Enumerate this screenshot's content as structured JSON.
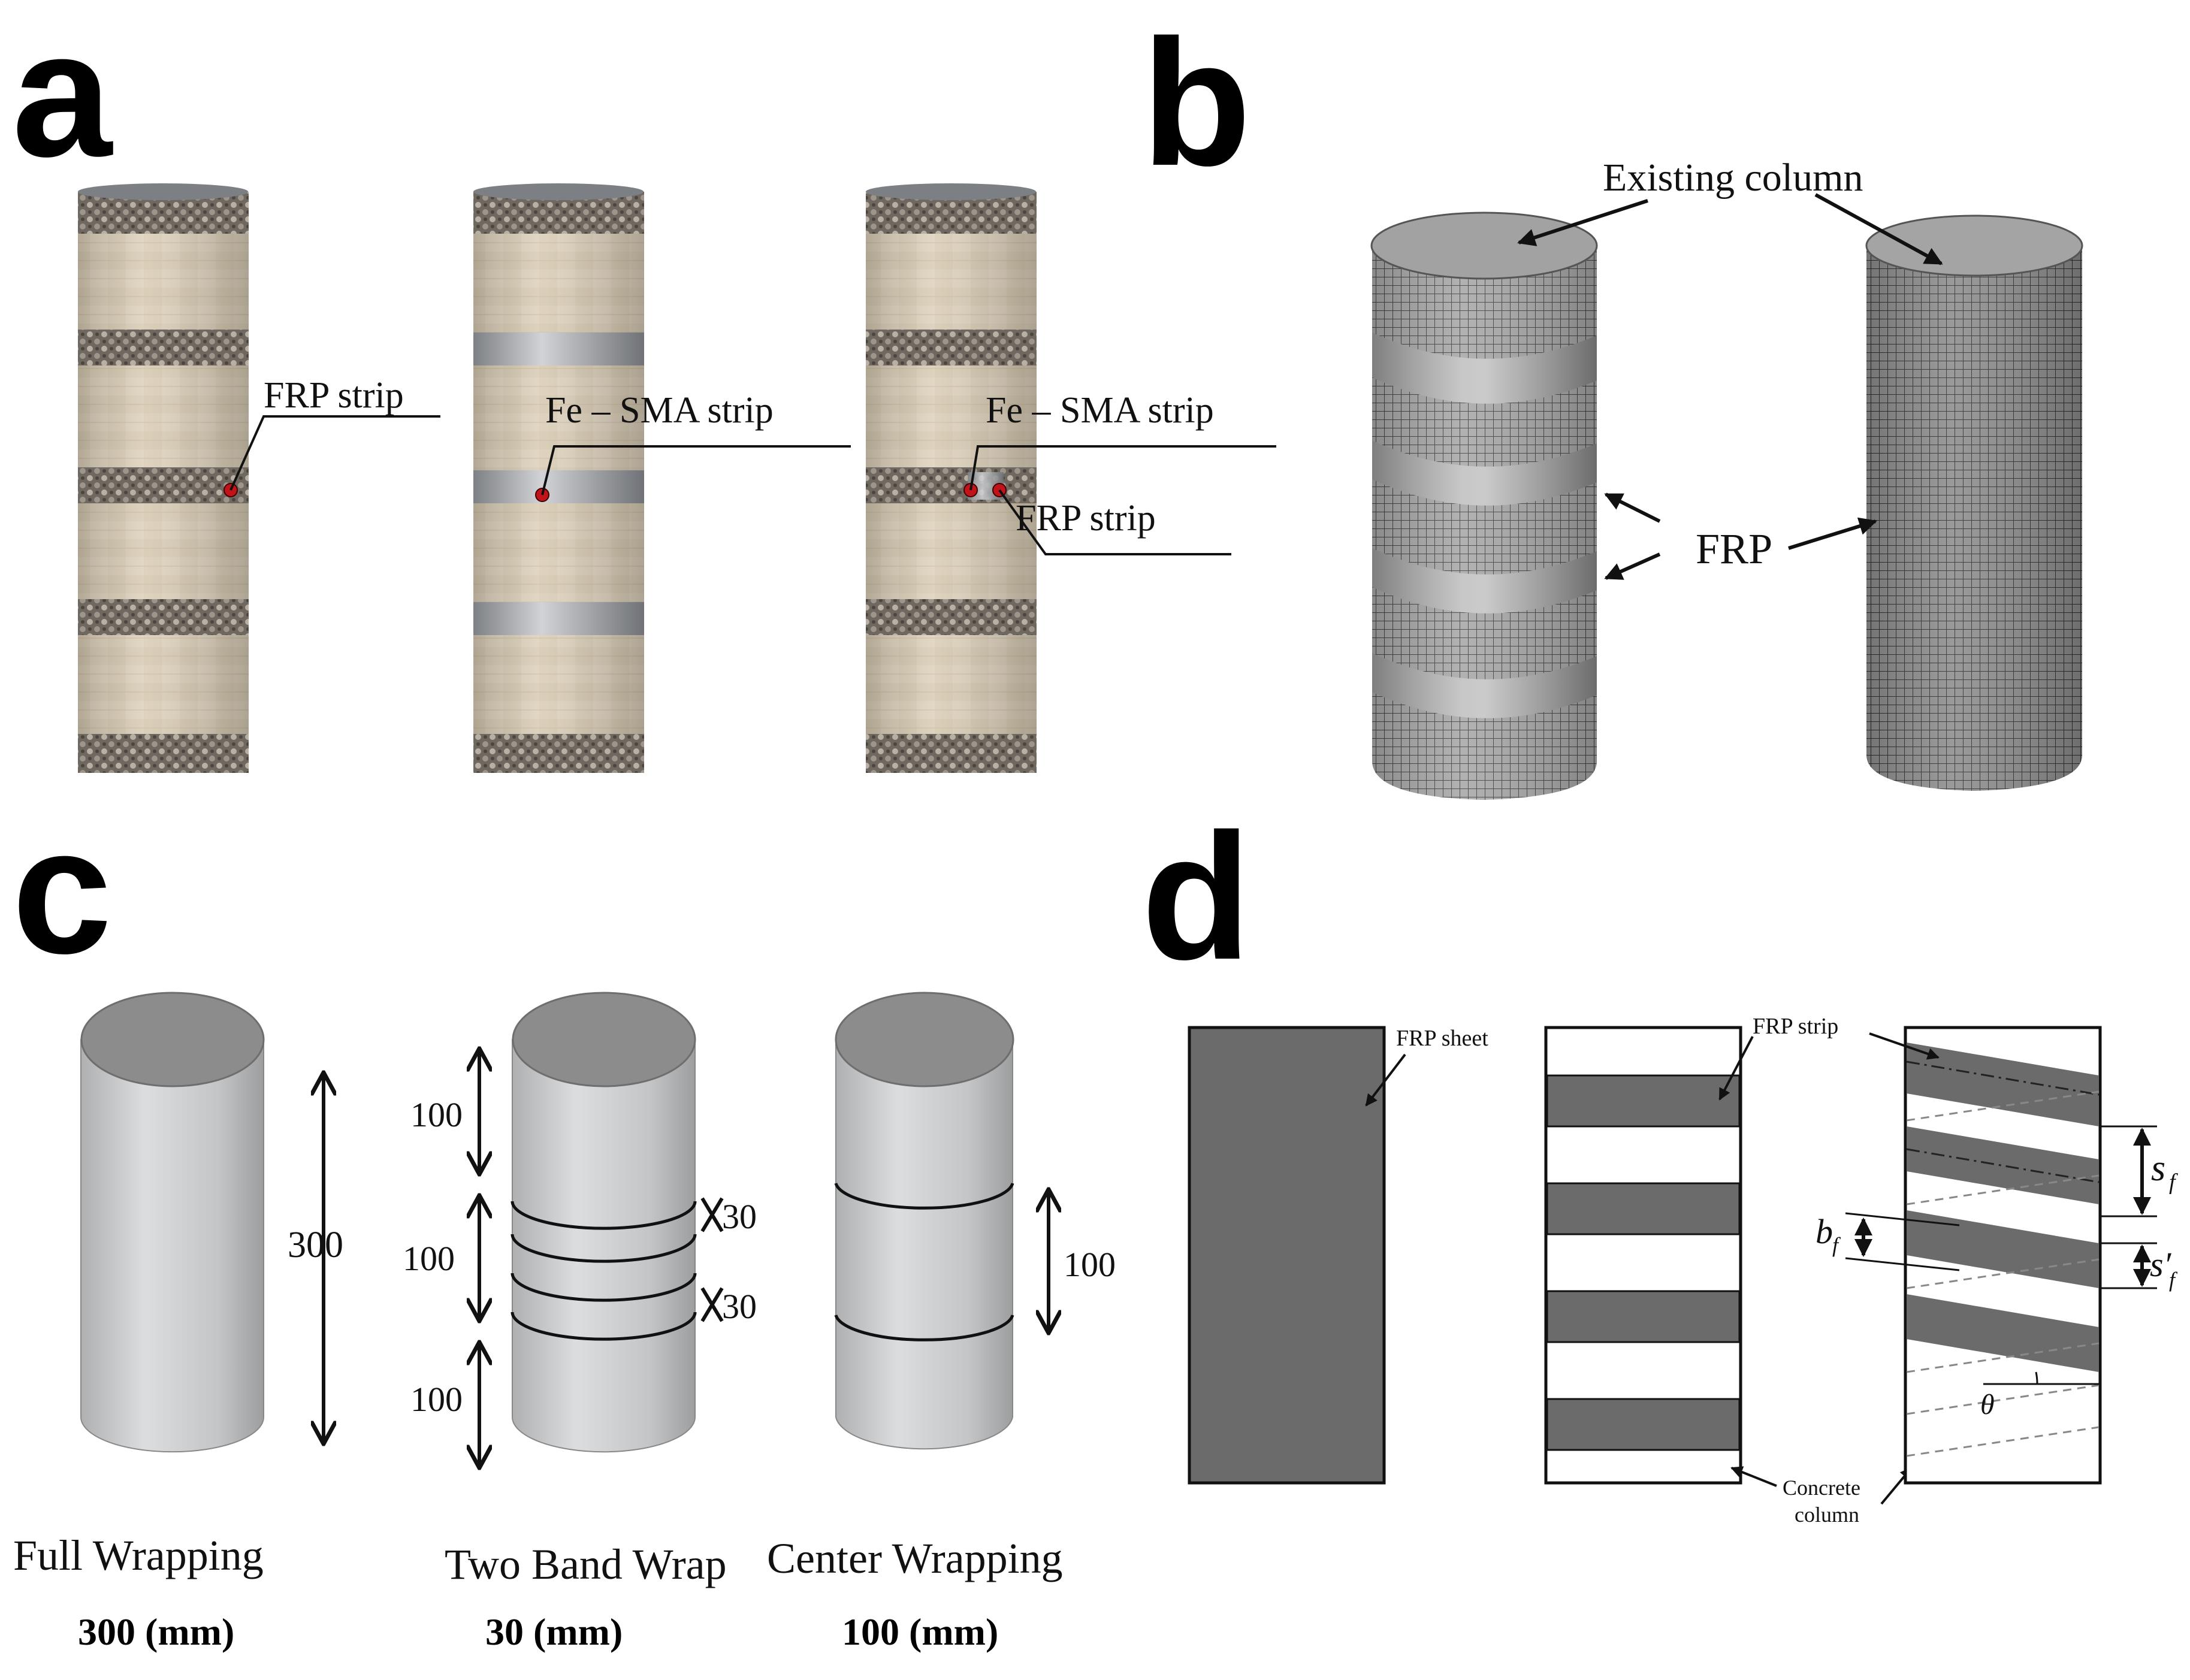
{
  "panels": {
    "a": {
      "letter": "a",
      "label_frp_strip": "FRP strip",
      "label_fesma_strip": "Fe – SMA strip",
      "label_fesma_strip_2": "Fe – SMA strip",
      "label_frp_strip_2": "FRP strip"
    },
    "b": {
      "letter": "b",
      "label_existing_column": "Existing column",
      "label_frp": "FRP"
    },
    "c": {
      "letter": "c",
      "dim_full": "300",
      "dim_band_1": "100",
      "dim_band_2": "100",
      "dim_band_3": "100",
      "dim_band_gap_1": "30",
      "dim_band_gap_2": "30",
      "dim_center": "100",
      "caption_full": "Full Wrapping",
      "caption_two_band": "Two Band Wrap",
      "caption_center": "Center Wrapping",
      "size_full": "300 (mm)",
      "size_two_band": "30 (mm)",
      "size_center": "100 (mm)"
    },
    "d": {
      "letter": "d",
      "label_frp_sheet": "FRP sheet",
      "label_frp_strip": "FRP strip",
      "label_concrete_column_1": "Concrete",
      "label_concrete_column_2": "column",
      "sym_sf": "s",
      "sym_sf_sub": "f",
      "sym_bf": "b",
      "sym_bf_sub": "f",
      "sym_sf_prime": "s′",
      "sym_sf_prime_sub": "f",
      "sym_theta": "θ"
    }
  },
  "colors": {
    "concrete": "#d6c8b0",
    "frp_band": "#6e6760",
    "fesma_band": "#a9acb0",
    "mesh_grey": "#8a8a8a",
    "cyl_top": "#8f8f8f",
    "cyl_body": "#c9cbcd",
    "strip_dark": "#6b6b6b"
  }
}
